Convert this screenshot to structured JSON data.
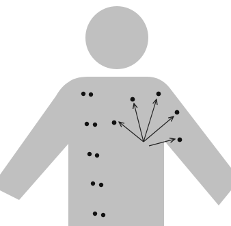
{
  "diagram": {
    "figure_color": "#c0c0c0",
    "dot_color": "#111111",
    "arrow_color": "#222222",
    "background_color": "#ffffff",
    "figure_icon": "person-silhouette-icon",
    "dot_pair_count": 5,
    "radiating_arrow_count": 5,
    "arrow_targets": 5
  }
}
